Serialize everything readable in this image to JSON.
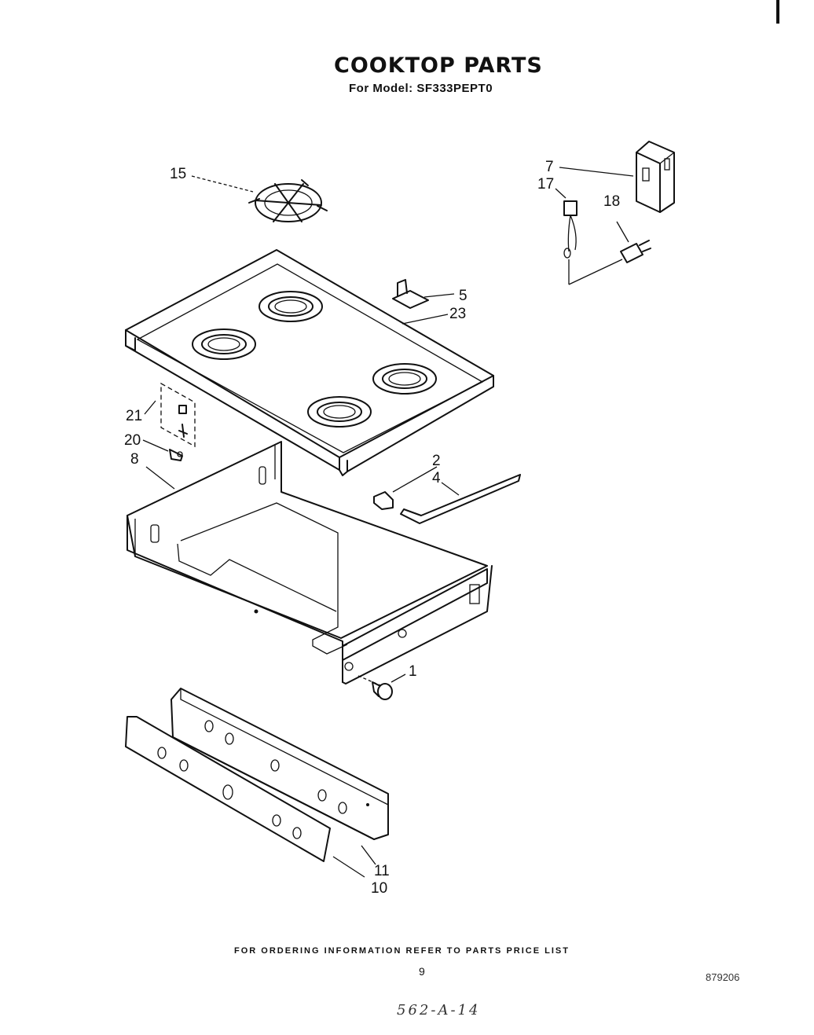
{
  "title": "COOKTOP PARTS",
  "subtitle": "For Model: SF333PEPT0",
  "footer_note": "FOR ORDERING INFORMATION REFER TO PARTS PRICE LIST",
  "page_number": "9",
  "document_number": "879206",
  "handwritten_note": "562-A-14",
  "callouts": {
    "c15": "15",
    "c7": "7",
    "c17": "17",
    "c18": "18",
    "c5": "5",
    "c23": "23",
    "c21": "21",
    "c20": "20",
    "c8": "8",
    "c2": "2",
    "c4": "4",
    "c1": "1",
    "c11": "11",
    "c10": "10"
  }
}
